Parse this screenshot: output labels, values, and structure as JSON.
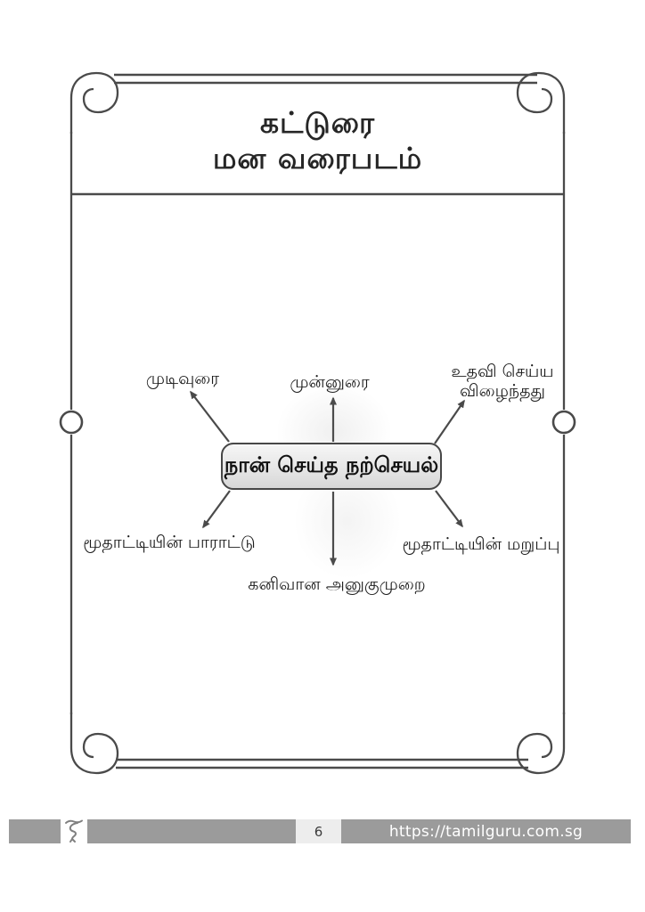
{
  "header": {
    "title_line1": "கட்டுரை",
    "title_line2": "மன வரைபடம்"
  },
  "mindmap": {
    "center_label": "நான் செய்த நற்செயல்",
    "nodes": [
      {
        "position": "top-left",
        "label": "முடிவுரை"
      },
      {
        "position": "top-center",
        "label": "முன்னுரை"
      },
      {
        "position": "top-right",
        "label": "உதவி செய்ய\nவிழைந்தது"
      },
      {
        "position": "bottom-left",
        "label": "மூதாட்டியின் பாராட்டு"
      },
      {
        "position": "bottom-center",
        "label": "கனிவான அனுகுமுறை"
      },
      {
        "position": "bottom-right",
        "label": "மூதாட்டியின் மறுப்பு"
      }
    ]
  },
  "footer": {
    "page_number": "6",
    "url": "https://tamilguru.com.sg",
    "logo_icon": "tamilguru-monogram"
  },
  "colors": {
    "frame_line": "#4a4a4a",
    "arrow": "#4a4a4a",
    "footer_bar": "#9b9b9b",
    "page_number_strip": "#ededed",
    "box_fill_top": "#f6f6f6",
    "box_fill_bottom": "#d7d7d7",
    "box_border": "#474747",
    "text": "#1d1d1d"
  }
}
